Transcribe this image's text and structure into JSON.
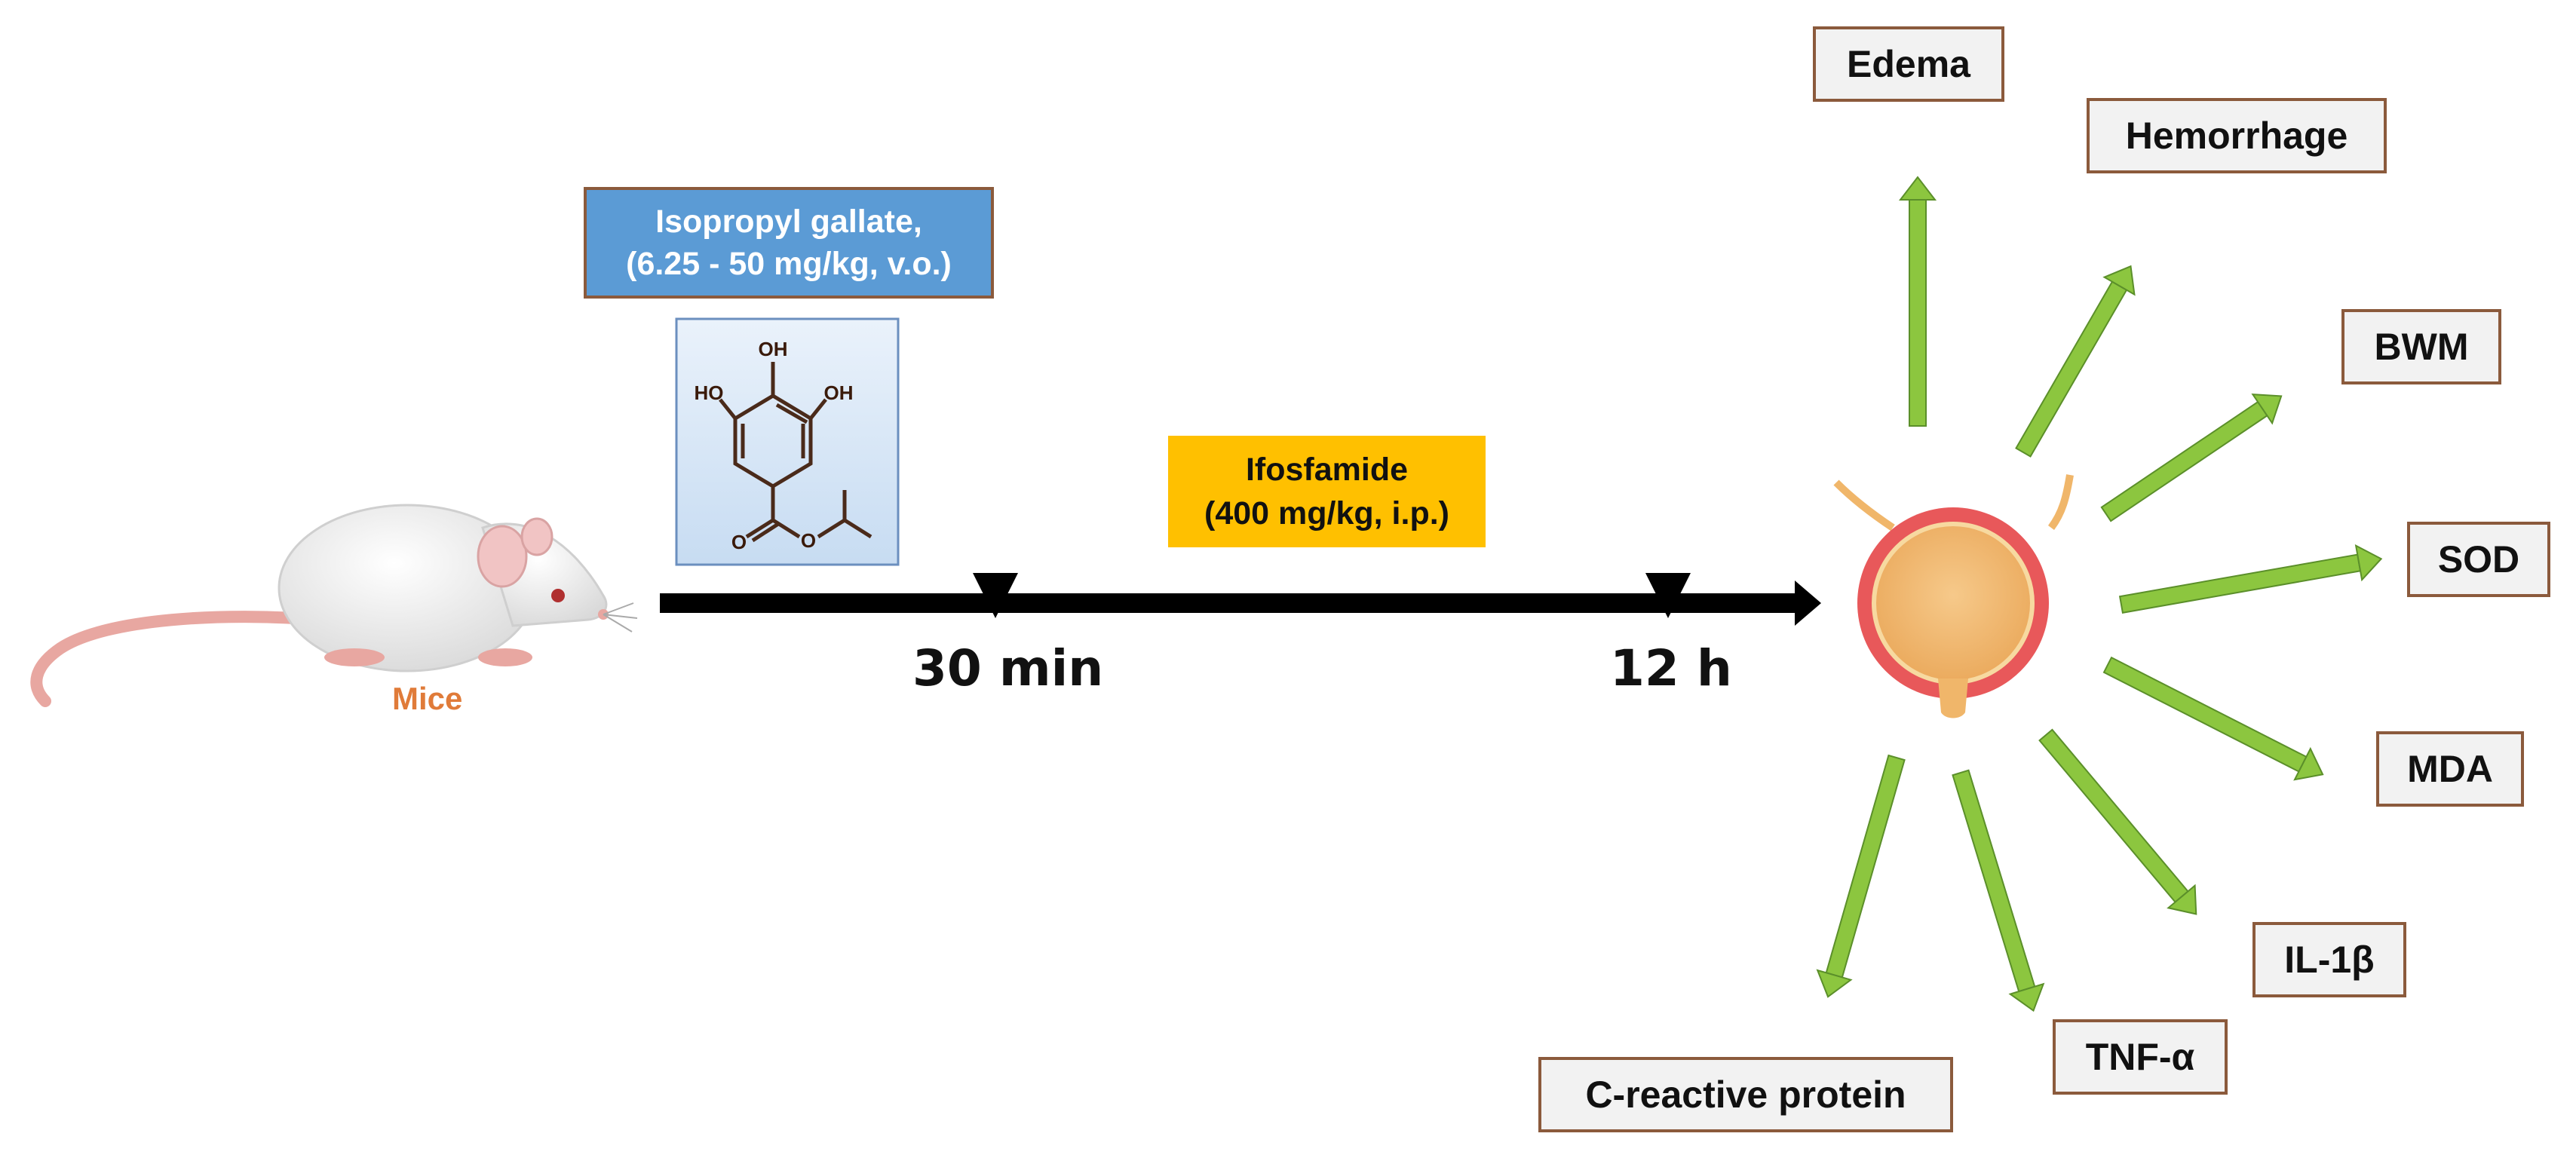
{
  "drug": {
    "line1": "Isopropyl gallate,",
    "line2": "(6.25 - 50 mg/kg, v.o.)"
  },
  "molecule": {
    "oh_top": "OH",
    "oh_left": "HO",
    "oh_right": "OH",
    "carbonyl_o": "O",
    "ester_o": "O"
  },
  "inducer": {
    "line1": "Ifosfamide",
    "line2": "(400 mg/kg, i.p.)"
  },
  "timeline": {
    "t1": "30 min",
    "t2": "12 h"
  },
  "subject": "Mice",
  "outcomes": {
    "edema": "Edema",
    "hemorrhage": "Hemorrhage",
    "bwm": "BWM",
    "sod": "SOD",
    "mda": "MDA",
    "il1b": "IL-1β",
    "tnfa": "TNF-α",
    "crp": "C-reactive protein"
  },
  "colors": {
    "drug_box": "#5b9bd5",
    "inducer_box": "#ffc000",
    "arrow_green": "#8cc63f",
    "box_border": "#8b5a3c",
    "mice_label": "#e07b39"
  }
}
